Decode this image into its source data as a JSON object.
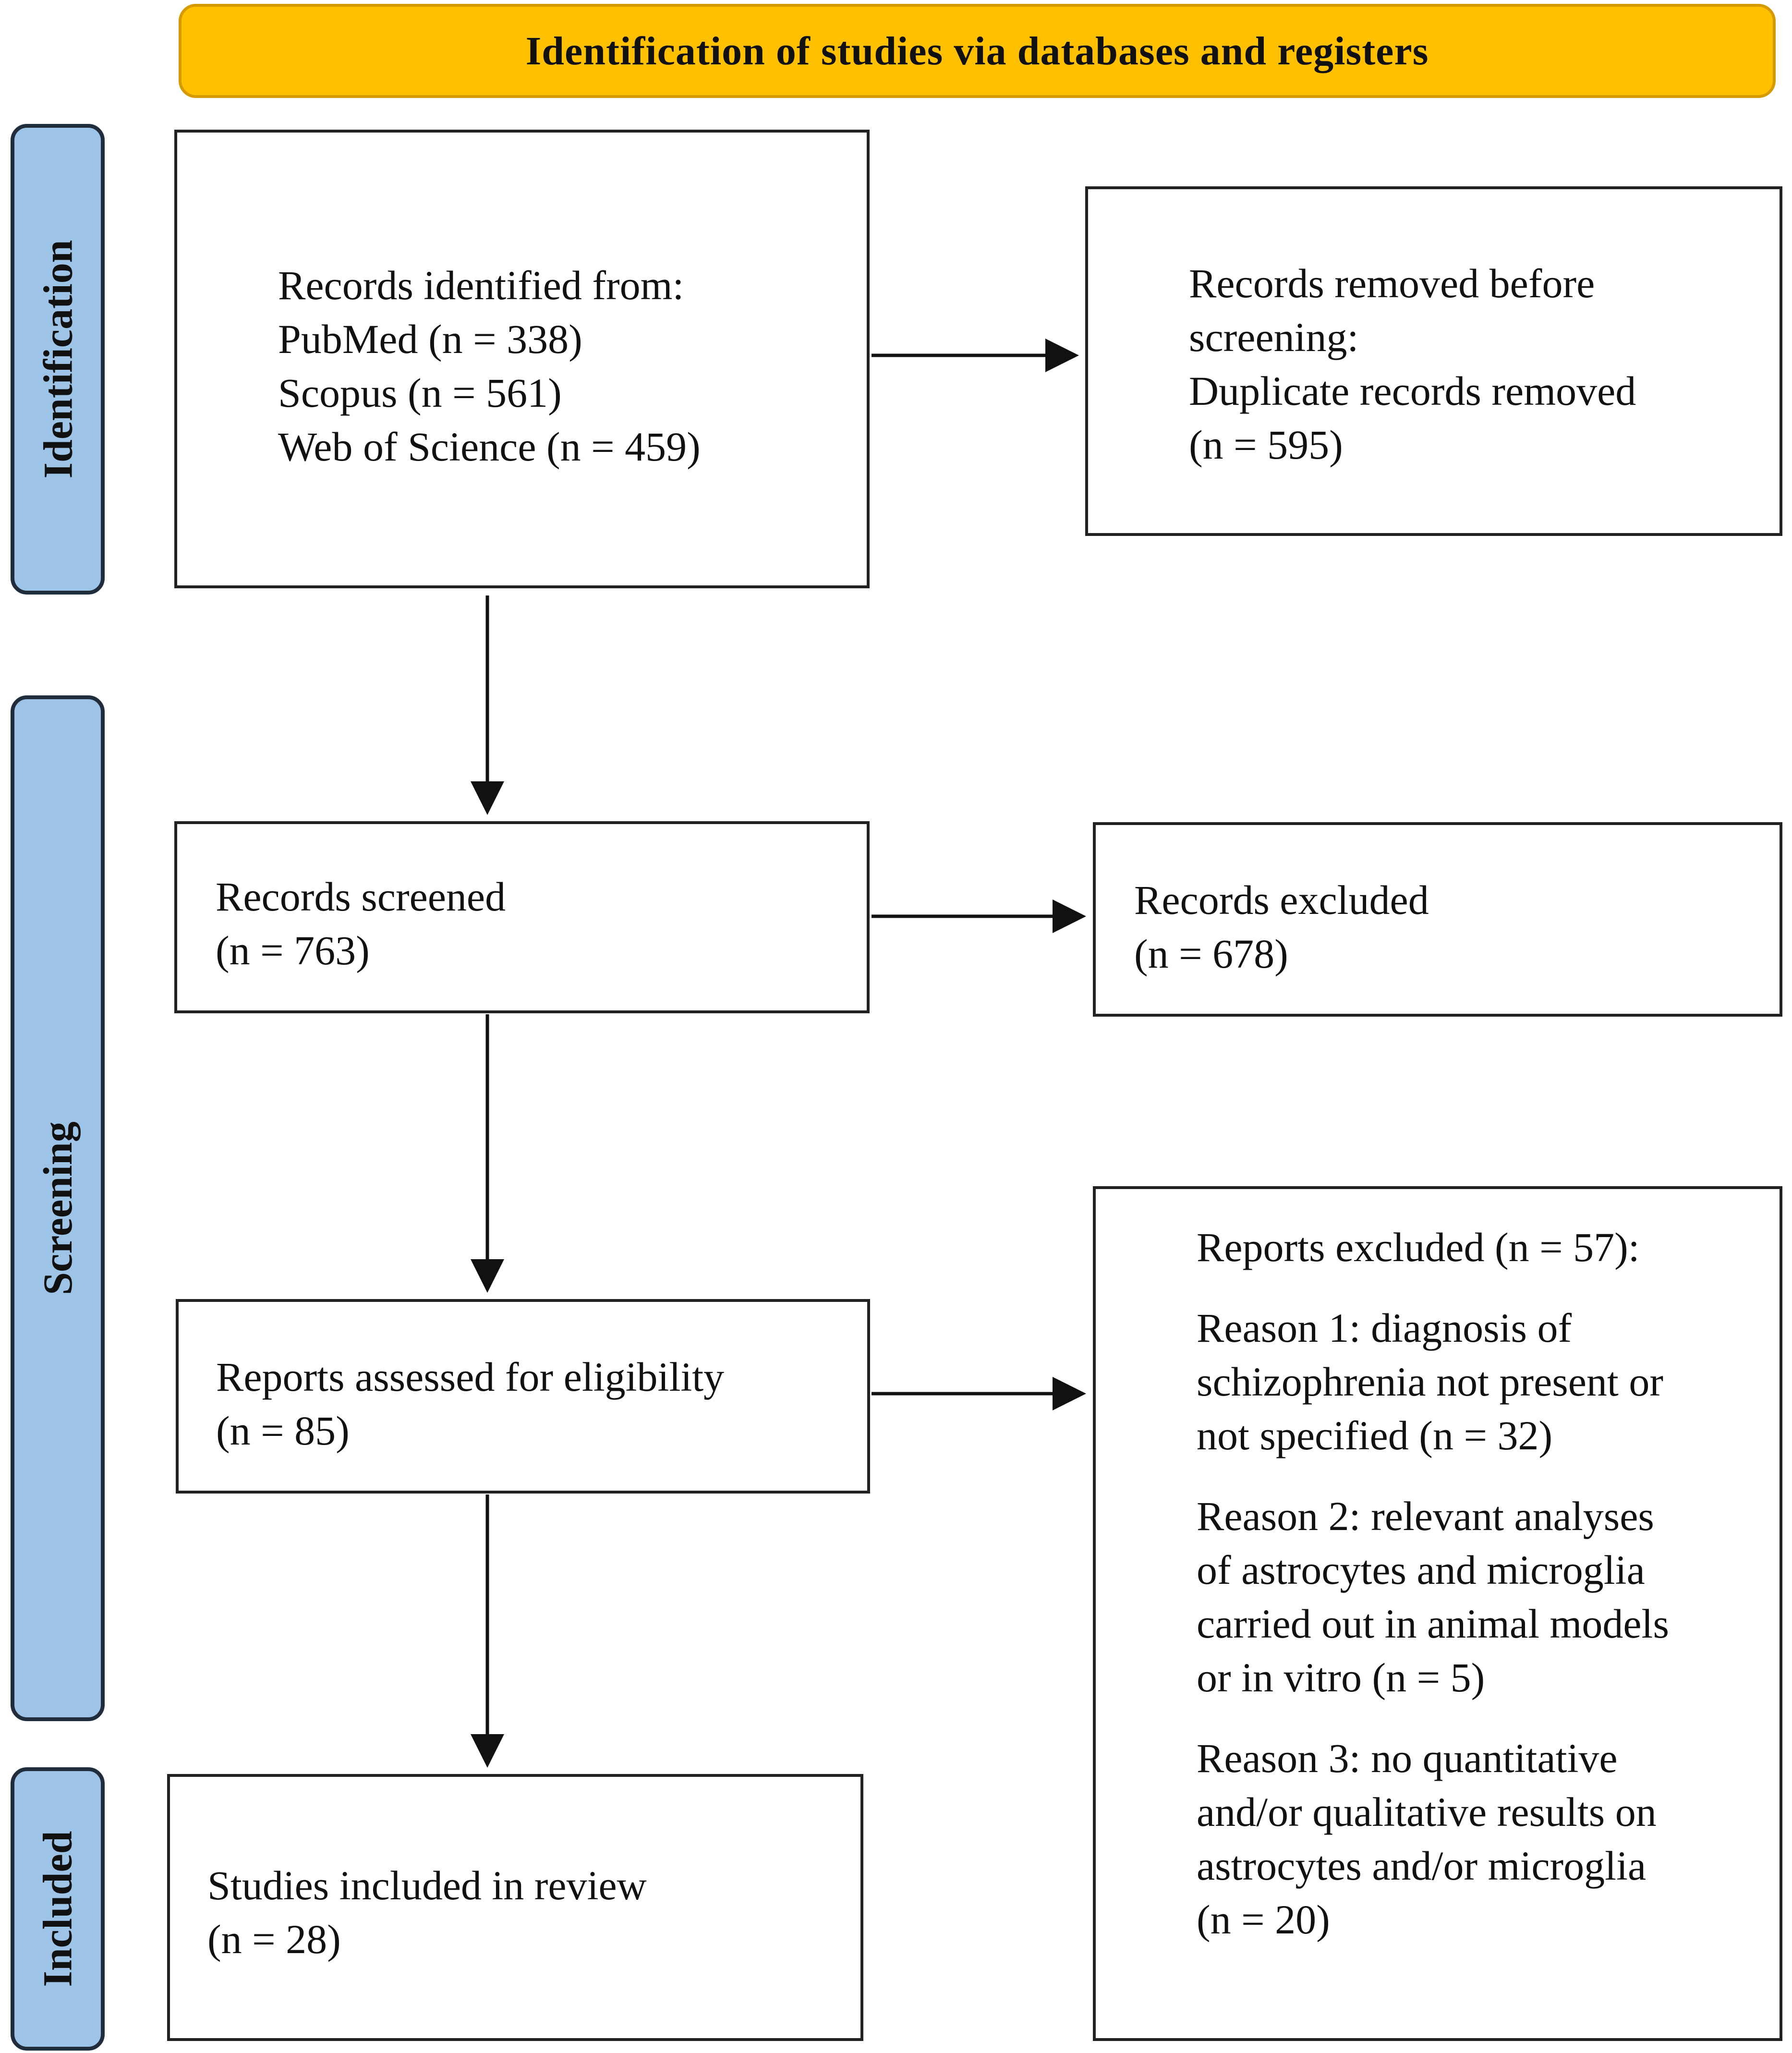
{
  "header": {
    "title": "Identification of studies via databases and registers"
  },
  "phases": {
    "identification": "Identification",
    "screening": "Screening",
    "included": "Included"
  },
  "identified": {
    "heading": "Records identified from:",
    "sources": [
      "PubMed (n = 338)",
      "Scopus (n = 561)",
      "Web of Science (n = 459)"
    ]
  },
  "removed": {
    "lines": [
      "Records removed before",
      "screening:",
      "Duplicate records removed",
      "(n = 595)"
    ]
  },
  "screened": {
    "label": "Records screened",
    "count": "(n = 763)"
  },
  "excluded": {
    "label": "Records excluded",
    "count": "(n = 678)"
  },
  "eligibility": {
    "label": "Reports assessed for eligibility",
    "count": "(n = 85)"
  },
  "reports_excluded": {
    "heading": "Reports excluded (n = 57):",
    "reasons": [
      [
        "Reason 1: diagnosis of",
        "schizophrenia not present or",
        "not specified (n = 32)"
      ],
      [
        "Reason 2: relevant analyses",
        "of astrocytes and microglia",
        "carried out in animal models",
        "or in vitro (n = 5)"
      ],
      [
        "Reason 3: no quantitative",
        "and/or qualitative results on",
        "astrocytes and/or microglia",
        "(n = 20)"
      ]
    ]
  },
  "included": {
    "label": "Studies included in review",
    "count": "(n = 28)"
  }
}
